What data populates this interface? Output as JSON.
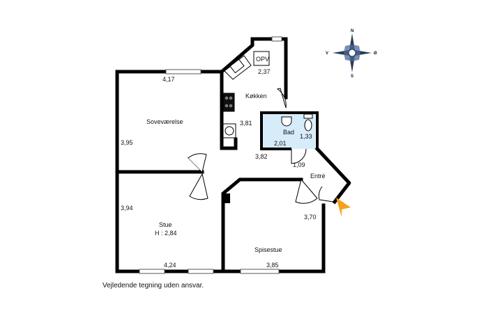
{
  "rooms": {
    "sovevaerelse": "Soveværelse",
    "koekken": "Køkken",
    "bad": "Bad",
    "entre": "Entré",
    "stue": "Stue",
    "stue_height": "H : 2,84",
    "spisestue": "Spisestue",
    "opv": "OPV"
  },
  "dimensions": {
    "sov_width": "4,17",
    "sov_depth": "3,95",
    "koekken_depth": "3,81",
    "opv_width": "2,37",
    "bad_width": "2,01",
    "bad_depth": "1,33",
    "hall_width": "3,82",
    "entre_width": "1,09",
    "spise_depth": "3,70",
    "stue_depth": "3,94",
    "stue_width": "4,24",
    "spise_width": "3,85"
  },
  "compass": {
    "n": "N",
    "s": "S",
    "v": "V",
    "o": "Ø"
  },
  "colors": {
    "wall": "#000000",
    "bathroom": "#d6ecfb",
    "entrance_arrow": "#f5a21b"
  },
  "disclaimer": "Vejledende tegning uden ansvar."
}
